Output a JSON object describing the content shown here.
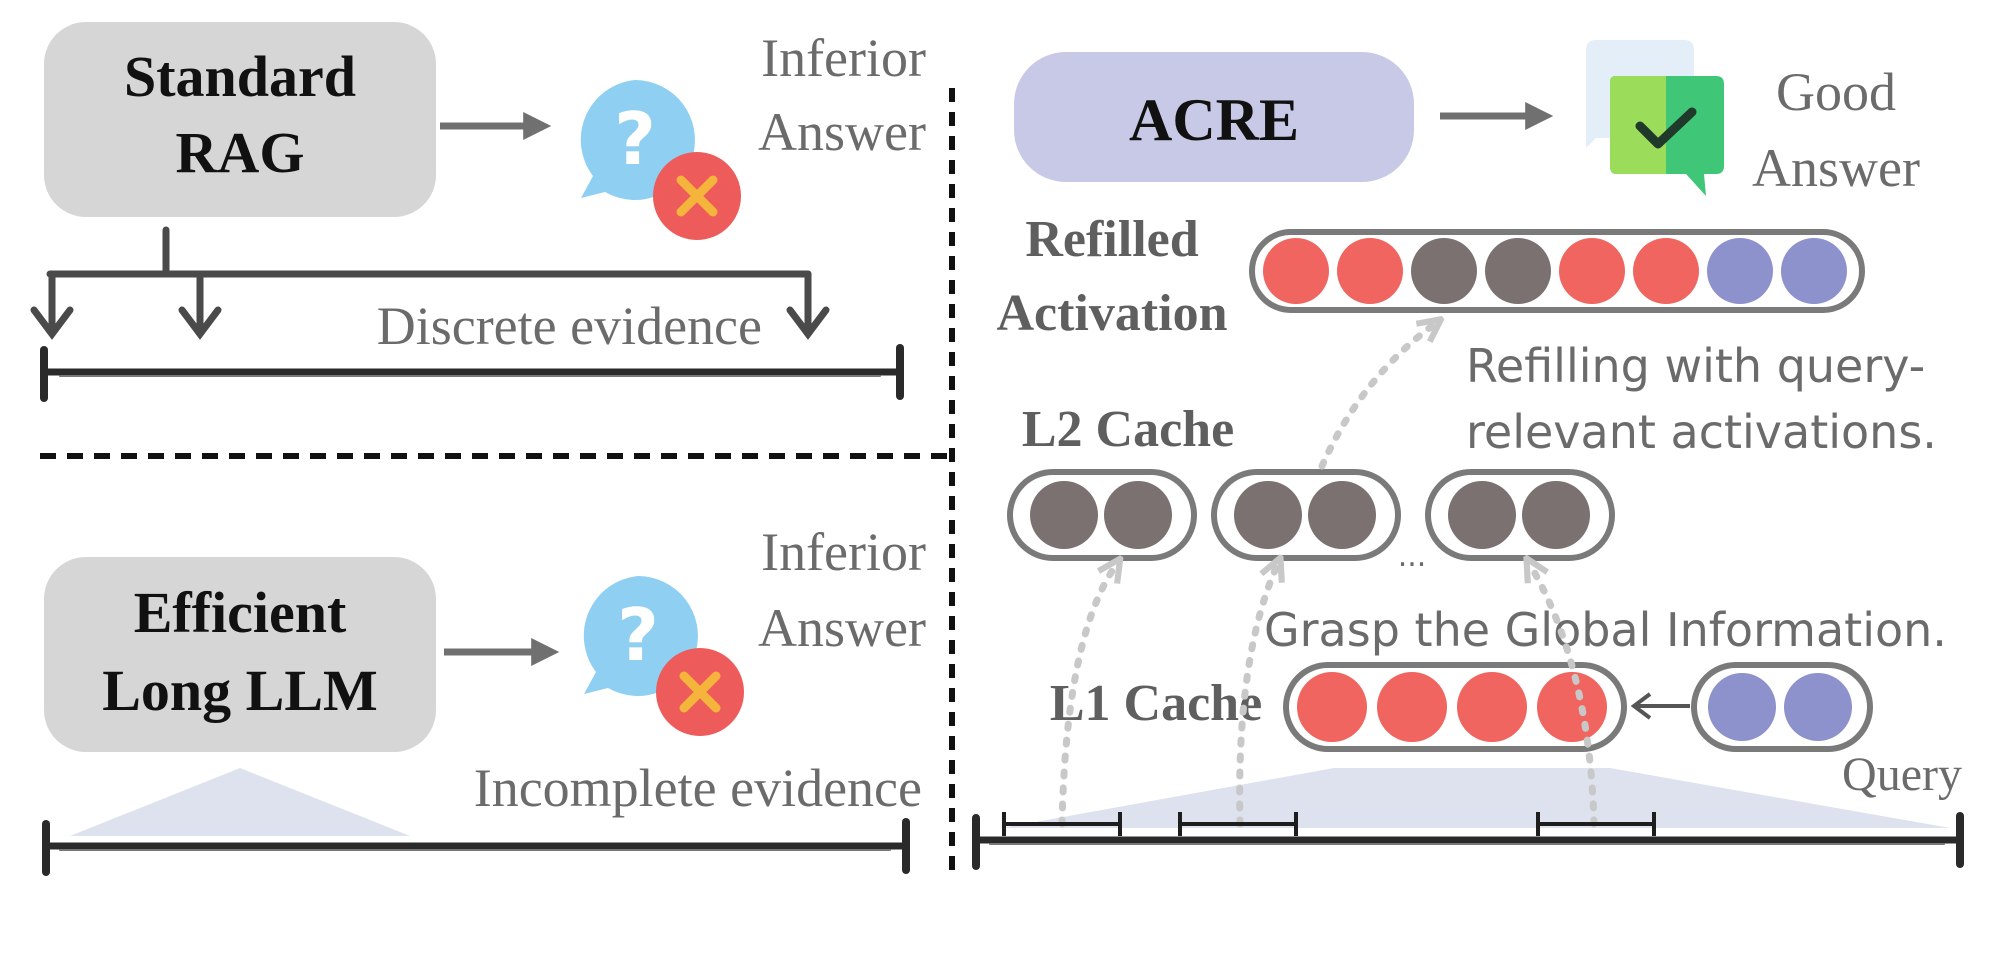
{
  "colors": {
    "box_gray": "#d6d6d6",
    "box_acre": "#c7c9e6",
    "text_dark": "#111111",
    "text_gray": "#6b6b6b",
    "label_gray": "#5f5f5f",
    "arrow_gray": "#707070",
    "dot_red": "#f0655f",
    "dot_dark": "#7b7171",
    "dot_blue": "#8d91cc",
    "pill_border": "#7a7a7a",
    "band_blue": "#dde2ee",
    "dotted_gray": "#c8c8c8",
    "bubble_blue": "#8fd0f2",
    "badge_red": "#ee5b5b",
    "badge_x": "#f5b43b",
    "check_green_light": "#9bdc5a",
    "check_green_dark": "#3fc777"
  },
  "standard_rag": {
    "line1": "Standard",
    "line2": "RAG",
    "result_line1": "Inferior",
    "result_line2": "Answer",
    "evidence": "Discrete  evidence",
    "icon": "question-bubble-with-x-icon"
  },
  "efficient_llm": {
    "line1": "Efficient",
    "line2": "Long LLM",
    "result_line1": "Inferior",
    "result_line2": "Answer",
    "evidence": "Incomplete  evidence",
    "icon": "question-bubble-with-x-icon"
  },
  "acre": {
    "title": "ACRE",
    "result_line1": "Good",
    "result_line2": "Answer",
    "icon": "chat-check-icon",
    "refilled_line1": "Refilled",
    "refilled_line2": "Activation",
    "refilled_dots": [
      "red",
      "red",
      "dark",
      "dark",
      "red",
      "red",
      "blue",
      "blue"
    ],
    "refill_note_line1": "Refilling with query-",
    "refill_note_line2": "relevant activations.",
    "l2_label": "L2 Cache",
    "l2_groups": [
      [
        "dark",
        "dark"
      ],
      [
        "dark",
        "dark"
      ],
      [
        "dark",
        "dark"
      ]
    ],
    "ellipsis": "...",
    "grasp_note": "Grasp the Global Information.",
    "l1_label": "L1 Cache",
    "l1_dots": [
      "red",
      "red",
      "red",
      "red"
    ],
    "query_dots": [
      "blue",
      "blue"
    ],
    "query_label": "Query"
  }
}
